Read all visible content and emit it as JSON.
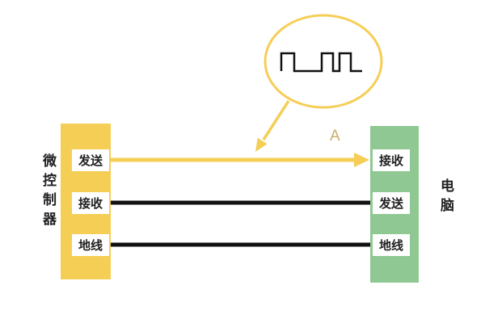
{
  "colors": {
    "yellow": "#F5CE56",
    "green": "#8FC893",
    "wire_black": "#111111",
    "label_a": "#C9AD6B",
    "text": "#222222"
  },
  "left_block": {
    "label": "微控制器",
    "pins": [
      "发送",
      "接收",
      "地线"
    ]
  },
  "right_block": {
    "label": "电脑",
    "pins": [
      "接收",
      "发送",
      "地线"
    ]
  },
  "wires": [
    {
      "from": "发送",
      "to": "接收",
      "color": "yellow",
      "label": "A"
    },
    {
      "from": "接收",
      "to": "发送",
      "color": "black",
      "label": ""
    },
    {
      "from": "地线",
      "to": "地线",
      "color": "black",
      "label": ""
    }
  ],
  "callout": {
    "content": "digital-signal-waveform"
  }
}
